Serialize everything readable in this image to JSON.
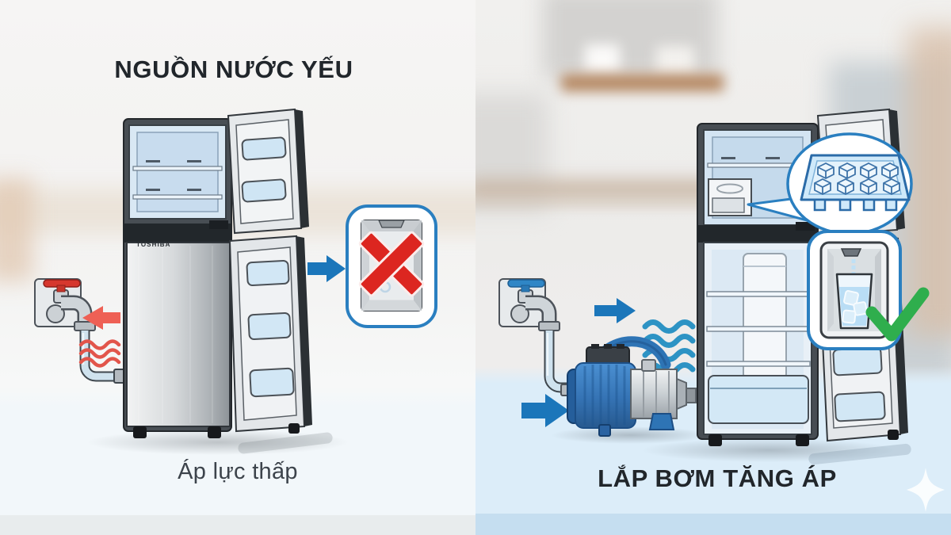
{
  "colors": {
    "accent_blue": "#1b76ba",
    "arrow_red": "#ee6055",
    "wave_red": "#e2554b",
    "wave_blue": "#2d93c4",
    "cross_red": "#dc2620",
    "check_green": "#2fae4d",
    "badge_border": "#2a7fc0",
    "title_text": "#21262b",
    "caption_text": "#3c434b",
    "floor_left": "#f2f7fa",
    "floor_strip_left": "#e8eced",
    "floor_right": "#dcedf9",
    "floor_strip_right": "#c5def0"
  },
  "left_panel": {
    "title": "NGUỒN NƯỚC YẾU",
    "caption": "Áp lực thấp",
    "fridge_brand": "TOSHIBA"
  },
  "right_panel": {
    "caption": "LẮP BƠM TĂNG ÁP"
  }
}
